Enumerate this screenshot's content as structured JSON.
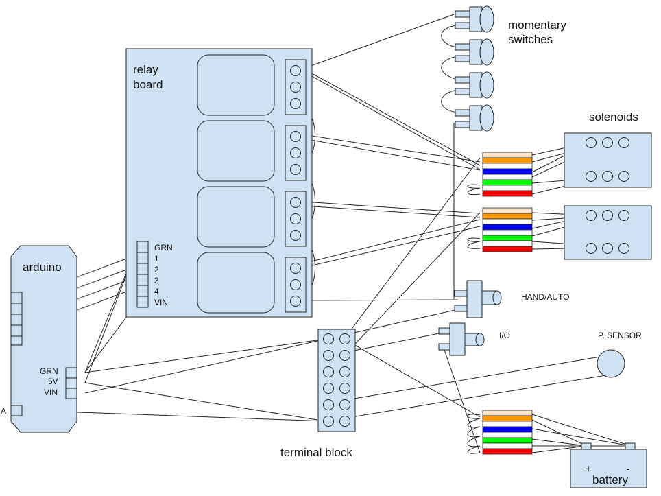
{
  "labels": {
    "relay_board_line1": "relay",
    "relay_board_line2": "board",
    "arduino": "arduino",
    "momentary_line1": "momentary",
    "momentary_line2": "switches",
    "solenoids": "solenoids",
    "hand_auto": "HAND/AUTO",
    "io": "I/O",
    "p_sensor": "P. SENSOR",
    "terminal_block": "terminal block",
    "battery": "battery",
    "battery_plus": "+",
    "battery_minus": "-"
  },
  "relay_pins": [
    "GRN",
    "1",
    "2",
    "3",
    "4",
    "VIN"
  ],
  "arduino_pins": [
    "GRN",
    "5V",
    "VIN",
    "A"
  ],
  "colors": {
    "box_fill": "#cfe2f3",
    "stroke": "#222222",
    "wire_bands": [
      "#fce5cd",
      "#ff9900",
      "#ffffff",
      "#0000ff",
      "#ffffff",
      "#00ff00",
      "#ffffff",
      "#ff0000"
    ]
  }
}
